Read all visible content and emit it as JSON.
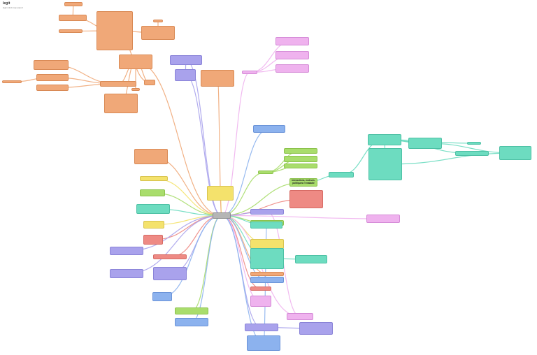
{
  "document": {
    "title": "legit",
    "subtitle": "legit mind map export"
  },
  "colors": {
    "orange": "#f0a878",
    "purple": "#a9a2ec",
    "pink": "#efb2ee",
    "blue": "#8cb2ee",
    "green": "#a9dd6c",
    "teal": "#6ddcc0",
    "red": "#ee8a84",
    "yellow": "#f4e26c",
    "grey": "#b5b5b5"
  },
  "nodes": [
    {
      "id": "root",
      "color": "grey",
      "text": ""
    },
    {
      "id": "o1",
      "color": "orange",
      "text": ""
    },
    {
      "id": "o2",
      "color": "orange",
      "text": ""
    },
    {
      "id": "o3",
      "color": "orange",
      "text": ""
    },
    {
      "id": "o4",
      "color": "orange",
      "text": ""
    },
    {
      "id": "o5",
      "color": "orange",
      "text": ""
    },
    {
      "id": "o6",
      "color": "orange",
      "text": ""
    },
    {
      "id": "o7",
      "color": "orange",
      "text": ""
    },
    {
      "id": "o8",
      "color": "orange",
      "text": ""
    },
    {
      "id": "o9",
      "color": "orange",
      "text": ""
    },
    {
      "id": "o10",
      "color": "orange",
      "text": ""
    },
    {
      "id": "o11",
      "color": "orange",
      "text": ""
    },
    {
      "id": "o12",
      "color": "orange",
      "text": ""
    },
    {
      "id": "o13",
      "color": "orange",
      "text": ""
    },
    {
      "id": "o14",
      "color": "orange",
      "text": ""
    },
    {
      "id": "o15",
      "color": "orange",
      "text": ""
    },
    {
      "id": "o16",
      "color": "orange",
      "text": ""
    },
    {
      "id": "p1",
      "color": "purple",
      "text": ""
    },
    {
      "id": "p2",
      "color": "purple",
      "text": ""
    },
    {
      "id": "pk1",
      "color": "pink",
      "text": ""
    },
    {
      "id": "pk2",
      "color": "pink",
      "text": ""
    },
    {
      "id": "pk3",
      "color": "pink",
      "text": ""
    },
    {
      "id": "pk4",
      "color": "pink",
      "text": ""
    },
    {
      "id": "b1",
      "color": "blue",
      "text": ""
    },
    {
      "id": "g1",
      "color": "green",
      "text": ""
    },
    {
      "id": "g2",
      "color": "green",
      "text": ""
    },
    {
      "id": "g3",
      "color": "green",
      "text": ""
    },
    {
      "id": "g4",
      "color": "green",
      "text": ""
    },
    {
      "id": "g5",
      "color": "green",
      "text": "Interactions, moteurs, politiques et maladie"
    },
    {
      "id": "t1",
      "color": "teal",
      "text": ""
    },
    {
      "id": "t2",
      "color": "teal",
      "text": ""
    },
    {
      "id": "t3",
      "color": "teal",
      "text": ""
    },
    {
      "id": "t4",
      "color": "teal",
      "text": ""
    },
    {
      "id": "t5",
      "color": "teal",
      "text": ""
    },
    {
      "id": "t6",
      "color": "teal",
      "text": ""
    },
    {
      "id": "t7",
      "color": "teal",
      "text": ""
    },
    {
      "id": "r1",
      "color": "red",
      "text": ""
    },
    {
      "id": "pk5",
      "color": "pink",
      "text": ""
    },
    {
      "id": "y1",
      "color": "yellow",
      "text": ""
    },
    {
      "id": "o17",
      "color": "orange",
      "text": ""
    },
    {
      "id": "y2",
      "color": "yellow",
      "text": ""
    },
    {
      "id": "g6",
      "color": "green",
      "text": ""
    },
    {
      "id": "t8",
      "color": "teal",
      "text": ""
    },
    {
      "id": "y3",
      "color": "yellow",
      "text": ""
    },
    {
      "id": "r2",
      "color": "red",
      "text": ""
    },
    {
      "id": "p3",
      "color": "purple",
      "text": ""
    },
    {
      "id": "r3",
      "color": "red",
      "text": ""
    },
    {
      "id": "p4",
      "color": "purple",
      "text": ""
    },
    {
      "id": "p5",
      "color": "purple",
      "text": ""
    },
    {
      "id": "b2",
      "color": "blue",
      "text": ""
    },
    {
      "id": "g7",
      "color": "green",
      "text": ""
    },
    {
      "id": "b3",
      "color": "blue",
      "text": ""
    },
    {
      "id": "g8",
      "color": "green",
      "text": ""
    },
    {
      "id": "p6",
      "color": "purple",
      "text": ""
    },
    {
      "id": "t9",
      "color": "teal",
      "text": ""
    },
    {
      "id": "y4",
      "color": "yellow",
      "text": ""
    },
    {
      "id": "t10",
      "color": "teal",
      "text": ""
    },
    {
      "id": "t11",
      "color": "teal",
      "text": ""
    },
    {
      "id": "o18",
      "color": "orange",
      "text": ""
    },
    {
      "id": "b4",
      "color": "blue",
      "text": ""
    },
    {
      "id": "r4",
      "color": "red",
      "text": ""
    },
    {
      "id": "pk6",
      "color": "pink",
      "text": ""
    },
    {
      "id": "pk7",
      "color": "pink",
      "text": ""
    },
    {
      "id": "p7",
      "color": "purple",
      "text": ""
    },
    {
      "id": "p8",
      "color": "purple",
      "text": ""
    },
    {
      "id": "b5",
      "color": "blue",
      "text": ""
    }
  ],
  "edges": [
    [
      "root",
      "y1",
      "yellow"
    ],
    [
      "root",
      "o17",
      "orange"
    ],
    [
      "root",
      "y2",
      "yellow"
    ],
    [
      "root",
      "g6",
      "green"
    ],
    [
      "root",
      "t8",
      "teal"
    ],
    [
      "root",
      "y3",
      "yellow"
    ],
    [
      "root",
      "r2",
      "red"
    ],
    [
      "root",
      "p3",
      "purple"
    ],
    [
      "root",
      "r3",
      "red"
    ],
    [
      "root",
      "p4",
      "purple"
    ],
    [
      "root",
      "p5",
      "purple"
    ],
    [
      "root",
      "b2",
      "blue"
    ],
    [
      "root",
      "g7",
      "green"
    ],
    [
      "root",
      "b3",
      "blue"
    ],
    [
      "root",
      "o11",
      "orange"
    ],
    [
      "root",
      "p1",
      "purple"
    ],
    [
      "root",
      "p2",
      "purple"
    ],
    [
      "root",
      "o16",
      "orange"
    ],
    [
      "root",
      "pk4",
      "pink"
    ],
    [
      "root",
      "b1",
      "blue"
    ],
    [
      "root",
      "g4",
      "green"
    ],
    [
      "root",
      "g5",
      "green"
    ],
    [
      "root",
      "r1",
      "red"
    ],
    [
      "root",
      "pk5",
      "pink"
    ],
    [
      "root",
      "g8",
      "green"
    ],
    [
      "root",
      "p6",
      "purple"
    ],
    [
      "root",
      "t9",
      "teal"
    ],
    [
      "root",
      "y4",
      "yellow"
    ],
    [
      "root",
      "t10",
      "teal"
    ],
    [
      "root",
      "o18",
      "orange"
    ],
    [
      "root",
      "b4",
      "blue"
    ],
    [
      "root",
      "r4",
      "red"
    ],
    [
      "root",
      "pk6",
      "pink"
    ],
    [
      "root",
      "pk7",
      "pink"
    ],
    [
      "root",
      "p7",
      "purple"
    ],
    [
      "root",
      "b5",
      "blue"
    ],
    [
      "o11",
      "o13",
      "orange"
    ],
    [
      "o11",
      "o15",
      "orange"
    ],
    [
      "o11",
      "o14",
      "orange"
    ],
    [
      "o11",
      "o12",
      "orange"
    ],
    [
      "o12",
      "o7",
      "orange"
    ],
    [
      "o12",
      "o8",
      "orange"
    ],
    [
      "o12",
      "o9",
      "orange"
    ],
    [
      "o8",
      "o10",
      "orange"
    ],
    [
      "o13",
      "o3",
      "orange"
    ],
    [
      "o3",
      "o2",
      "orange"
    ],
    [
      "o2",
      "o1",
      "orange"
    ],
    [
      "o3",
      "o4",
      "orange"
    ],
    [
      "o3",
      "o5",
      "orange"
    ],
    [
      "o5",
      "o6",
      "orange"
    ],
    [
      "p1",
      "p2",
      "purple"
    ],
    [
      "pk4",
      "pk1",
      "pink"
    ],
    [
      "pk4",
      "pk2",
      "pink"
    ],
    [
      "pk4",
      "pk3",
      "pink"
    ],
    [
      "g4",
      "g1",
      "green"
    ],
    [
      "g4",
      "g2",
      "green"
    ],
    [
      "g4",
      "g3",
      "green"
    ],
    [
      "g5",
      "t1",
      "teal"
    ],
    [
      "t1",
      "t2",
      "teal"
    ],
    [
      "t2",
      "t3",
      "teal"
    ],
    [
      "t2",
      "t4",
      "teal"
    ],
    [
      "t2",
      "t5",
      "teal"
    ],
    [
      "t2",
      "t6",
      "teal"
    ],
    [
      "t4",
      "t7",
      "teal"
    ],
    [
      "t3",
      "t7",
      "teal"
    ],
    [
      "t10",
      "t11",
      "teal"
    ],
    [
      "p7",
      "p8",
      "purple"
    ],
    [
      "g8",
      "b5",
      "blue"
    ],
    [
      "p6",
      "pk7",
      "pink"
    ]
  ]
}
